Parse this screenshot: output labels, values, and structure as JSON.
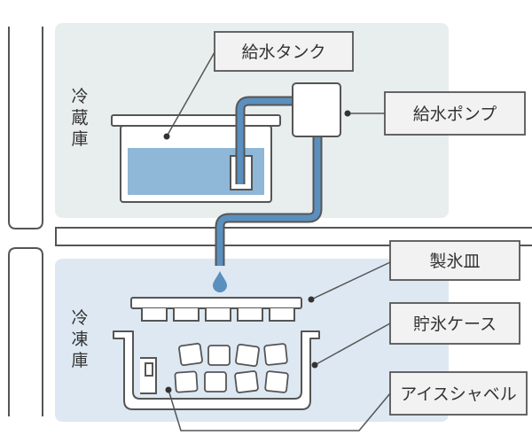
{
  "compartments": {
    "fridge": [
      "冷",
      "蔵",
      "庫"
    ],
    "freezer": [
      "冷",
      "凍",
      "庫"
    ]
  },
  "labels": {
    "water_tank": "給水タンク",
    "water_pump": "給水ポンプ",
    "ice_tray": "製氷皿",
    "ice_bin": "貯氷ケース",
    "ice_scoop": "アイスシャベル"
  },
  "colors": {
    "fridge_bg": "#e8eeed",
    "freezer_bg": "#dde8f2",
    "water": "#8fb7d8",
    "water_pipe": "#5b8fbe",
    "outline": "#555555",
    "label_box": "#f2f2f2"
  }
}
